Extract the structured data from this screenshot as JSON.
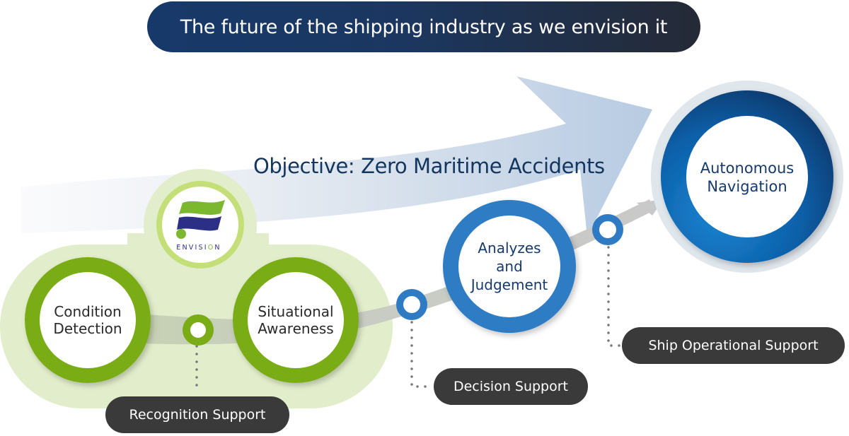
{
  "header": {
    "title": "The future of the shipping industry as we envision it"
  },
  "objective": {
    "text": "Objective: Zero Maritime Accidents"
  },
  "logo": {
    "word_prefix": "ENVISI",
    "word_o": "O",
    "word_suffix": "N",
    "name": "ENVISION"
  },
  "stages": [
    {
      "id": "condition-detection",
      "line1": "Condition",
      "line2": "Detection",
      "color": "#7aac16"
    },
    {
      "id": "situational-awareness",
      "line1": "Situational",
      "line2": "Awareness",
      "color": "#7aac16"
    },
    {
      "id": "analyzes-and-judgement",
      "line1": "Analyzes",
      "line2": "and",
      "line3": "Judgement",
      "color": "#2e7bc4"
    },
    {
      "id": "autonomous-navigation",
      "line1": "Autonomous",
      "line2": "Navigation",
      "color": "#0a4f94"
    }
  ],
  "supports": [
    {
      "id": "recognition-support",
      "label": "Recognition Support"
    },
    {
      "id": "decision-support",
      "label": "Decision Support"
    },
    {
      "id": "ship-operational-support",
      "label": "Ship Operational Support"
    }
  ],
  "colors": {
    "green_dark": "#7aac16",
    "green_light": "#e2eecb",
    "blue_mid": "#2e7bc4",
    "blue_dark": "#0c3d75",
    "pill_bg": "#3a3a3a",
    "title_navy": "#17396a"
  }
}
